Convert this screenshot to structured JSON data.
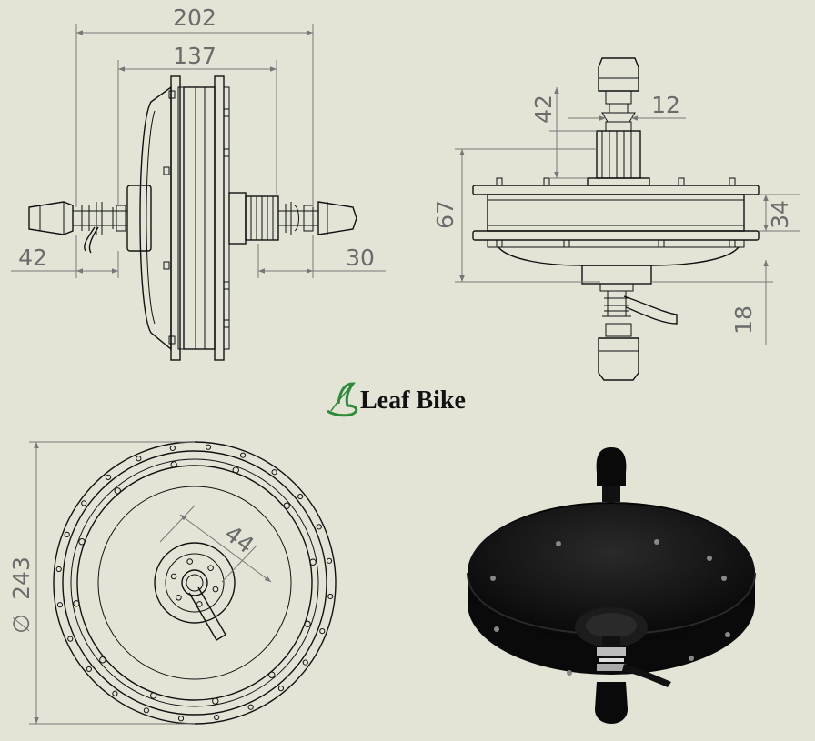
{
  "brand": {
    "name": "Leaf Bike",
    "logo_color": "#2e8b3a"
  },
  "dimensions": {
    "overall_width": "202",
    "hub_width": "137",
    "left_axle": "42",
    "right_axle": "30",
    "axle_length": "42",
    "axle_diameter": "12",
    "flange_height": "67",
    "rim_height": "34",
    "lower_axle": "18",
    "bolt_circle": "44",
    "outer_diameter": "243",
    "diameter_symbol": "∅"
  },
  "colors": {
    "background": "#e4e4d6",
    "line": "#111111",
    "dimension": "#6b6b6b",
    "render_body": "#0a0a0a"
  }
}
